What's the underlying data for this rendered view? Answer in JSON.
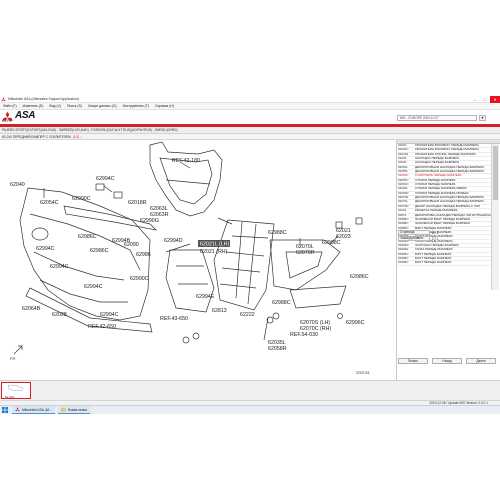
{
  "window": {
    "title": "Mitsubishi ASA (Aftersales Support Application)",
    "minimize": "–",
    "maximize": "□",
    "close": "✕"
  },
  "menu": [
    "Файл (F)",
    "Изменить (E)",
    "Вид (V)",
    "Поиск (S)",
    "Опции данных (O)",
    "Инструменты (T)",
    "Справка (H)"
  ],
  "brand": {
    "name": "ASA",
    "sub": "CAPS",
    "search_value": "MIX - EUROPE 2024.10.07",
    "search_go": "▾"
  },
  "breadcrumb": "PAJERO SPORT(EXPORT)(MA-RUS) : 3WREEE(LHD,4WD) : PJ/RE/R5 (DLE,W-4T RUS)(AC/PW+RUS) : 2WR30 (DHRG)",
  "subtitle": {
    "code": "62-010",
    "text": "ПЕРЕДНИЙ БАМПЕР С УСИЛИТЕЛЕМ",
    "accent": "(1/2) ↓"
  },
  "diagram": {
    "ref_numbers": [
      "62040",
      "62994C",
      "62054C",
      "62990C",
      "62018R",
      "62063L",
      "62063R",
      "62990G",
      "62986C",
      "62994B",
      "62994C",
      "62986C",
      "62090",
      "62986",
      "62994D",
      "62994C",
      "62990C",
      "62994C",
      "62028",
      "62064B",
      "62994C",
      "62994E",
      "62813",
      "62222",
      "62988C",
      "62070L",
      "62070R",
      "62021",
      "62023",
      "62998C",
      "62986C",
      "62988C",
      "62070S (LH)",
      "62070C (RH)",
      "62035L",
      "62058R",
      "62996C"
    ],
    "references": [
      "REF.42-180",
      "REF.42-650",
      "REF.43-650",
      "REF.54-030"
    ],
    "highlight": "62021L (LH)",
    "highlight_r": "62021 (RH)",
    "fr_label": "FR",
    "drawing_no": "200743"
  },
  "parts": [
    {
      "code": "6200C",
      "desc": "КРОНШТЕЙН БОКОВОЙ, ПЕРЕДН БАМПЕРА"
    },
    {
      "code": "62002C",
      "desc": "КРОНШТЕЙН БОКОВОЙ, ПЕРЕДН БАМПЕРА"
    },
    {
      "code": "62013E",
      "desc": "КРОНШТЕЙН ОПОРЫ, ПЕРЕДН БАМПЕРА"
    },
    {
      "code": "62030",
      "desc": "НАКЛАДКА ПЕРЕДН БАМПЕРА"
    },
    {
      "code": "62040",
      "desc": "НАКЛАДКА ПЕРЕДН БАМПЕРА"
    },
    {
      "code": "62054L",
      "desc": "ДЕКОРАТИВНАЯ НАКЛАДКА ПЕРЕДН БАМПЕРА"
    },
    {
      "code": "62055L",
      "desc": "ДЕКОРАТИВНАЯ НАКЛАДКА ПЕРЕДН БАМПЕРА"
    },
    {
      "code": "62064C",
      "desc": "УСИЛИТЕЛЬ ПЕРЕДН БАМПЕРА"
    },
    {
      "code": "62063C",
      "desc": "СТОЙКИ ПЕРЕДН БАМПЕРА"
    },
    {
      "code": "62063C",
      "desc": "СТОЙКИ ПЕРЕДН БАМПЕРА"
    },
    {
      "code": "62063L",
      "desc": "СТОЙКИ ПЕРЕДН БАМПЕРА,ЛЕВАЯ"
    },
    {
      "code": "62063R",
      "desc": "СТОЙКИ ПЕРЕДН БАМПЕРА,ПРАВАЯ"
    },
    {
      "code": "62070E",
      "desc": "ДЕКОРАТИВНАЯ НАКЛАДКА ПЕРЕДН БАМПЕРА"
    },
    {
      "code": "62070L",
      "desc": "ДЕКОРАТИВНАЯ НАКЛАДКА ПЕРЕДН БАМПЕРА"
    },
    {
      "code": "62070R",
      "desc": "ДЕКОР НАКЛАДКА ПЕРЕДН БАМПЕРА,С ХОЛ"
    },
    {
      "code": "62222",
      "desc": "РЕШЕТКА ПЕРЕДН БАМПЕРА"
    },
    {
      "code": "62813",
      "desc": "ДЕКОРАТИВН НАКЛАДКИ ПЕРЕДН. РЕГИСТРАЦИОН"
    },
    {
      "code": "62986C",
      "desc": "ЗАЖИМНОЙ ВИНТ ПЕРЕДН БАМПЕРА"
    },
    {
      "code": "62988C",
      "desc": "ЗАЖИМНОЙ ВИНТ ПЕРЕДН БАМПЕРА"
    },
    {
      "code": "62986C",
      "desc": "ВИНТ ПЕРЕДН БАМПЕРА"
    },
    {
      "code": "62990C",
      "desc": "ВИНТ ПЕРЕДН БАМПЕРА"
    },
    {
      "code": "62994B",
      "desc": "ГАЙКА ПЕРЕДН БАМПЕРА"
    },
    {
      "code": "62994C",
      "desc": "ГАЙКА ПЕРЕДН БАМПЕРА"
    },
    {
      "code": "62994D",
      "desc": "ЗАГЛУШКА ПЕРЕДН БАМПЕРА"
    },
    {
      "code": "62994E",
      "desc": "ГАЙКА ПЕРЕДН БАМПЕРА"
    },
    {
      "code": "62996C",
      "desc": "БОЛТ ПЕРЕДН БАМПЕРА"
    },
    {
      "code": "62998C",
      "desc": "БОЛТ ПЕРЕДН БАМПЕРА"
    },
    {
      "code": "62998C",
      "desc": "БОЛТ ПЕРЕДН БАМПЕРА"
    }
  ],
  "selected_index": 7,
  "pagination": {
    "page_label": "Страница",
    "page_value": "1 / 1",
    "order_label": "Заказ/Добавить",
    "order_value": "1 / 1"
  },
  "buttons": [
    "Печать",
    "Назад",
    "Далее"
  ],
  "thumbnail": {
    "label": "62-010"
  },
  "status": "2024.12.06 / Update M/S  Version: 2.2.0.1",
  "taskbar": {
    "app1": "Mitsubishi ASA (Af...",
    "app2": "Новая папка"
  },
  "colors": {
    "accent": "#d41f26",
    "highlight_label": "#555555"
  }
}
